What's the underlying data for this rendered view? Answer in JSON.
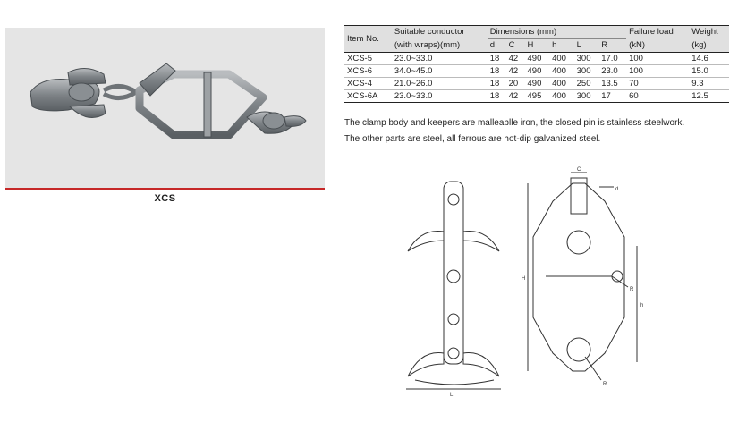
{
  "product": {
    "name": "XCS"
  },
  "table": {
    "header": {
      "item": "Item No.",
      "conductor_line1": "Suitable conductor",
      "conductor_line2": "(with wraps)(mm)",
      "dimensions": "Dimensions (mm)",
      "dim_cols": [
        "d",
        "C",
        "H",
        "h",
        "L",
        "R"
      ],
      "failure_line1": "Failure load",
      "failure_line2": "(kN)",
      "weight_line1": "Weight",
      "weight_line2": "(kg)"
    },
    "rows": [
      [
        "XCS-5",
        "23.0~33.0",
        "18",
        "42",
        "490",
        "400",
        "300",
        "17.0",
        "100",
        "14.6"
      ],
      [
        "XCS-6",
        "34.0~45.0",
        "18",
        "42",
        "490",
        "400",
        "300",
        "23.0",
        "100",
        "15.0"
      ],
      [
        "XCS-4",
        "21.0~26.0",
        "18",
        "20",
        "490",
        "400",
        "250",
        "13.5",
        "70",
        "9.3"
      ],
      [
        "XCS-6A",
        "23.0~33.0",
        "18",
        "42",
        "495",
        "400",
        "300",
        "17",
        "60",
        "12.5"
      ]
    ]
  },
  "description": {
    "line1": "The clamp body and keepers are malleablle iron, the closed pin is stainless steelwork.",
    "line2": "The other parts are steel, all ferrous are hot-dip galvanized steel."
  },
  "drawing_labels": {
    "c": "C",
    "d": "d",
    "H": "H",
    "h": "h",
    "L": "L",
    "R1": "R",
    "R2": "R"
  }
}
